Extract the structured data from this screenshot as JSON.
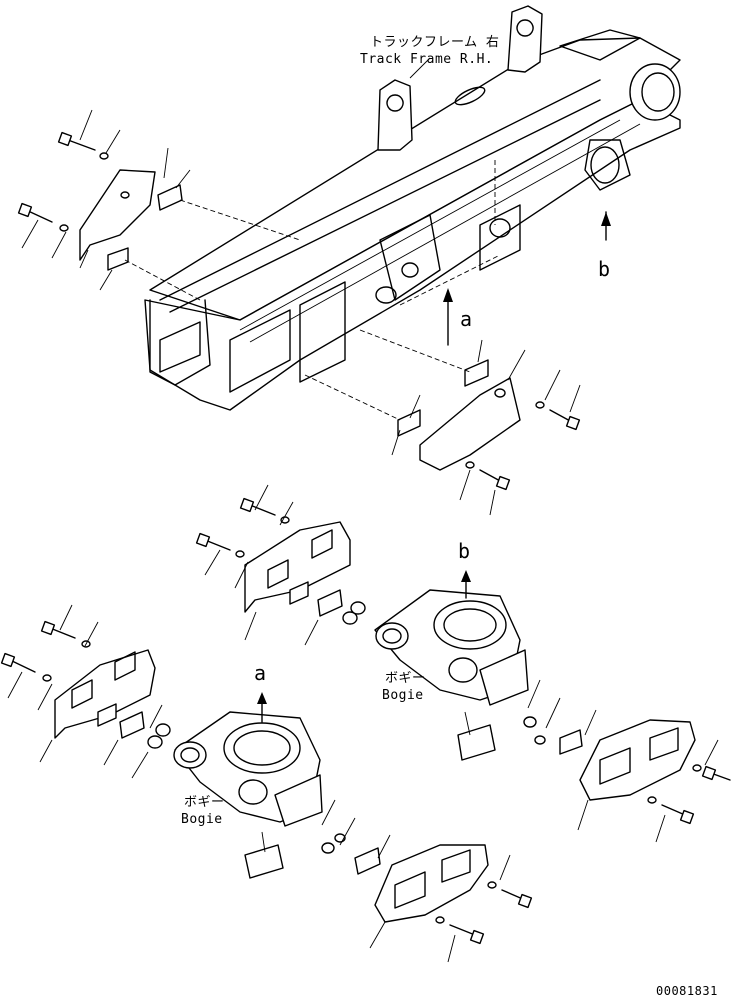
{
  "labels": {
    "track_frame_jp": "トラックフレーム 右",
    "track_frame_en": "Track Frame R.H.",
    "bogie1_jp": "ボギー",
    "bogie1_en": "Bogie",
    "bogie2_jp": "ボギー",
    "bogie2_en": "Bogie",
    "arrow_a_top": "a",
    "arrow_b_top": "b",
    "arrow_a_bottom": "a",
    "arrow_b_bottom": "b",
    "drawing_number": "00081831"
  }
}
